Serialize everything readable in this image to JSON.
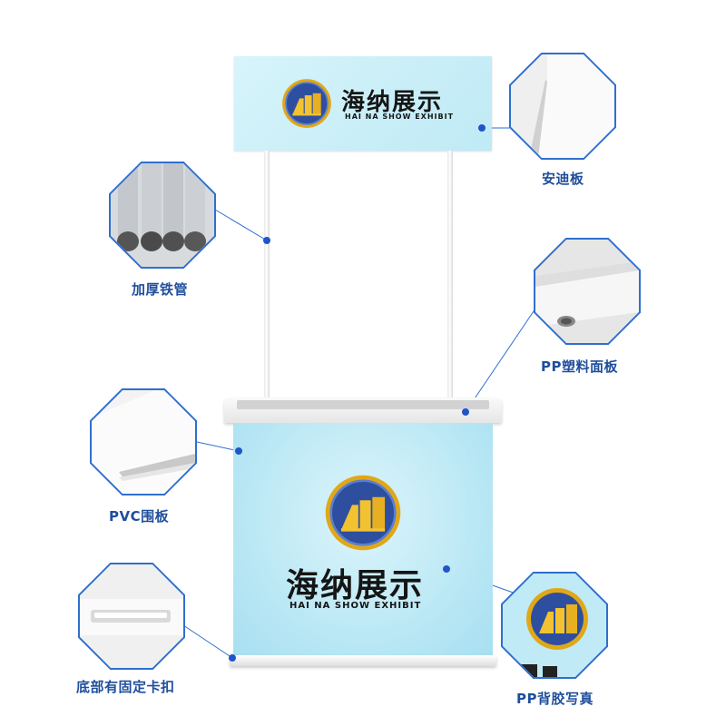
{
  "brand": {
    "name_cn": "海纳展示",
    "name_en": "HAI NA SHOW EXHIBIT"
  },
  "callouts": {
    "andi_board": "安迪板",
    "iron_pipe": "加厚铁管",
    "pp_panel": "PP塑料面板",
    "pvc_board": "PVC围板",
    "bottom_clip": "底部有固定卡扣",
    "pp_backing": "PP背胶写真"
  },
  "colors": {
    "panel": "#c6eef8",
    "callout_text": "#1f4e9c",
    "accent": "#2f6fce",
    "logo_gold": "#e0a818",
    "logo_blue": "#2e4fa0"
  },
  "icons": {
    "logo": "building-logo-icon"
  }
}
